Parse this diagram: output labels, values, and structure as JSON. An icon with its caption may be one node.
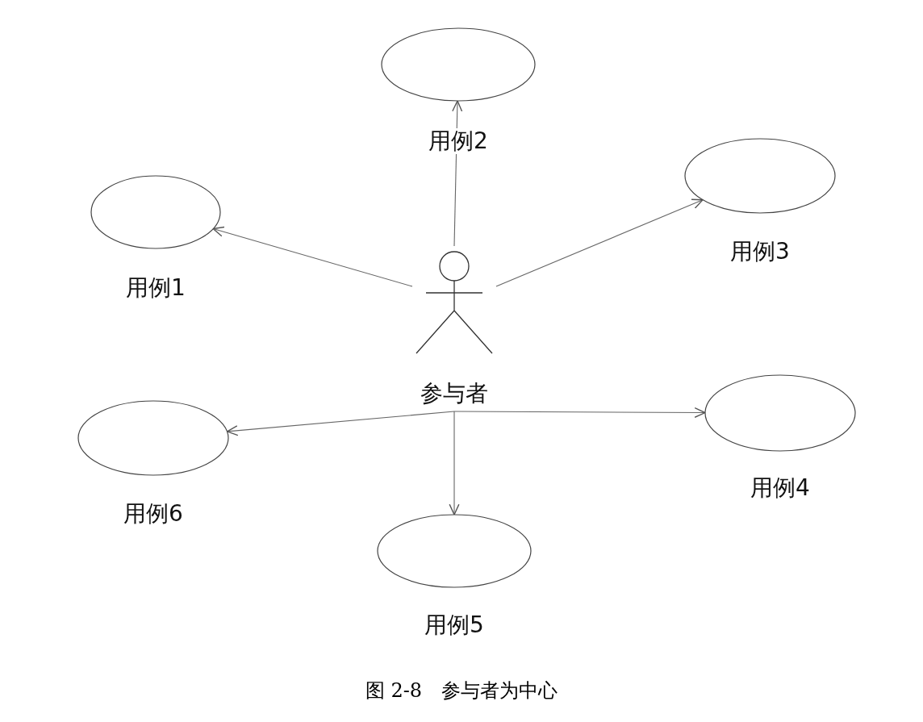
{
  "diagram": {
    "caption": "图 2-8　参与者为中心",
    "nodes": [
      {
        "text": [
          "用例2"
        ]
      },
      {
        "text": [
          "用例1"
        ]
      },
      {
        "text": [
          "用例3"
        ]
      },
      {
        "text": [
          "参与者"
        ]
      },
      {
        "text": [
          "用例6"
        ]
      },
      {
        "text": [
          "用例4"
        ]
      },
      {
        "text": [
          "用例5"
        ]
      }
    ],
    "edges": [
      {
        "from": 3,
        "to": 0,
        "arrow": "to"
      },
      {
        "from": 3,
        "to": 1,
        "arrow": "to"
      },
      {
        "from": 3,
        "to": 2,
        "arrow": "to"
      },
      {
        "from": 3,
        "to": 4,
        "arrow": "to"
      },
      {
        "from": 3,
        "to": 5,
        "arrow": "to"
      },
      {
        "from": 3,
        "to": 6,
        "arrow": "to"
      }
    ]
  }
}
